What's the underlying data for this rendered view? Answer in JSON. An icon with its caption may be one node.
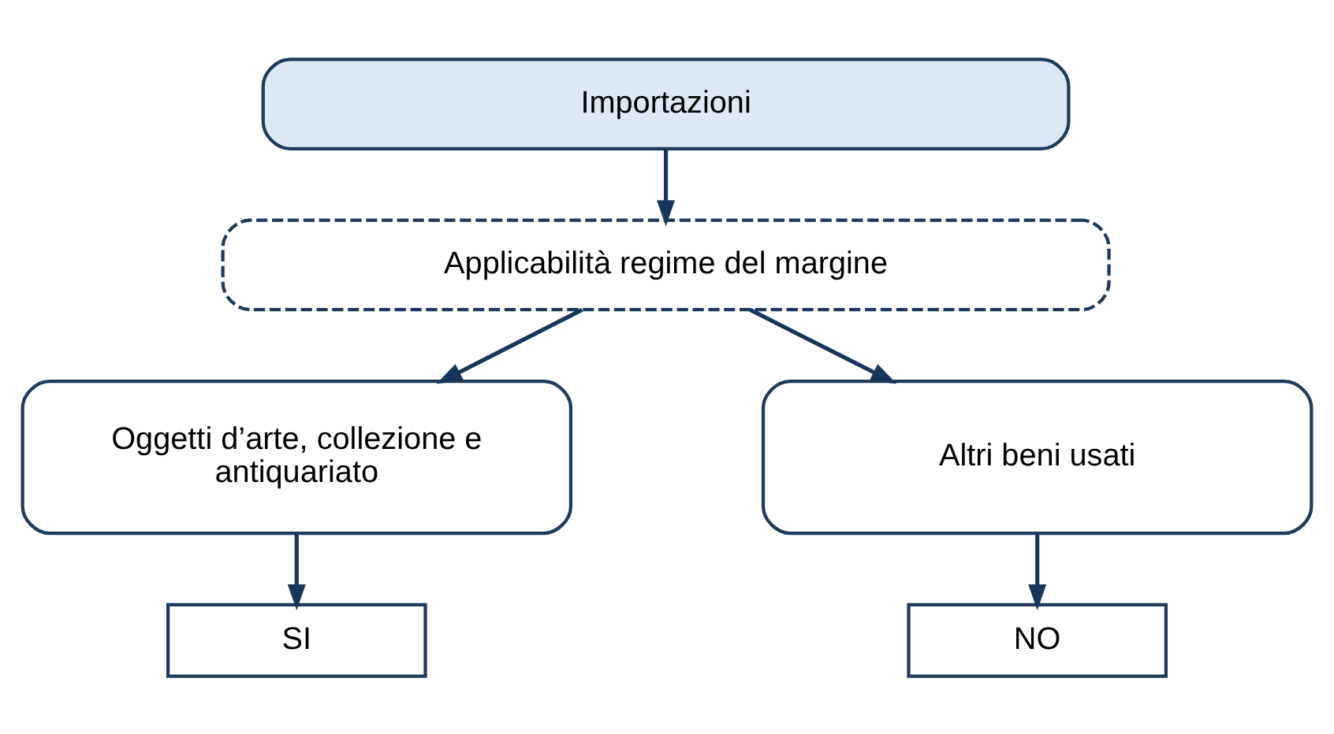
{
  "diagram": {
    "nodes": [
      {
        "text": [
          "Importazioni"
        ]
      },
      {
        "text": [
          "Applicabilità regime del margine"
        ]
      },
      {
        "text": [
          "Oggetti d’arte, collezione e antiquariato"
        ]
      },
      {
        "text": [
          "Altri beni usati"
        ]
      },
      {
        "text": [
          "SI"
        ]
      },
      {
        "text": [
          "NO"
        ]
      }
    ],
    "edges": [
      {
        "from": 0,
        "to": 1,
        "arrow": "to"
      },
      {
        "from": 1,
        "to": 2,
        "arrow": "to"
      },
      {
        "from": 1,
        "to": 3,
        "arrow": "to"
      },
      {
        "from": 2,
        "to": 4,
        "arrow": "to"
      },
      {
        "from": 3,
        "to": 5,
        "arrow": "to"
      }
    ]
  }
}
